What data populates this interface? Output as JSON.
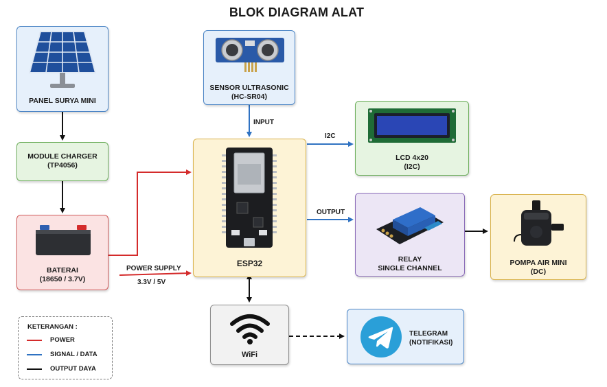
{
  "title": "BLOK DIAGRAM ALAT",
  "colors": {
    "power": "#d42b2b",
    "signal": "#2f72c2",
    "output": "#111111",
    "blue_box_fill": "#e6f0fb",
    "blue_box_border": "#4d86c6",
    "green_box_fill": "#e6f4e1",
    "green_box_border": "#6cae5b",
    "red_box_fill": "#fbe3e3",
    "red_box_border": "#d05a5a",
    "yellow_box_fill": "#fdf3d6",
    "yellow_box_border": "#d9b34d",
    "purple_box_fill": "#ece6f5",
    "purple_box_border": "#8a6bb8",
    "gray_box_fill": "#f2f2f2",
    "gray_box_border": "#8c8c8c"
  },
  "nodes": {
    "solar": {
      "label": "PANEL SURYA MINI",
      "icon": "solar-panel-icon"
    },
    "charger": {
      "label_line1": "MODULE CHARGER",
      "label_line2": "(TP4056)"
    },
    "battery": {
      "label_line1": "BATERAI",
      "label_line2": "(18650 / 3.7V)",
      "icon": "battery-icon"
    },
    "sensor": {
      "label_line1": "SENSOR ULTRASONIC",
      "label_line2": "(HC-SR04)",
      "icon": "ultrasonic-sensor-icon"
    },
    "esp32": {
      "label": "ESP32",
      "icon": "esp32-board-icon"
    },
    "lcd": {
      "label_line1": "LCD 4x20",
      "label_line2": "(I2C)",
      "icon": "lcd-display-icon"
    },
    "relay": {
      "label_line1": "RELAY",
      "label_line2": "SINGLE CHANNEL",
      "icon": "relay-module-icon"
    },
    "pump": {
      "label_line1": "POMPA AIR MINI",
      "label_line2": "(DC)",
      "icon": "water-pump-icon"
    },
    "wifi": {
      "label": "WiFi",
      "icon": "wifi-icon"
    },
    "telegram": {
      "label_line1": "TELEGRAM",
      "label_line2": "(NOTIFIKASI)",
      "icon": "telegram-icon"
    }
  },
  "edges": {
    "input": "INPUT",
    "i2c": "I2C",
    "output": "OUTPUT",
    "power_supply": "POWER SUPPLY",
    "voltage": "3.3V / 5V"
  },
  "legend": {
    "title": "KETERANGAN :",
    "items": [
      {
        "label": "POWER",
        "color": "#d42b2b"
      },
      {
        "label": "SIGNAL / DATA",
        "color": "#2f72c2"
      },
      {
        "label": "OUTPUT DAYA",
        "color": "#111111"
      }
    ]
  }
}
